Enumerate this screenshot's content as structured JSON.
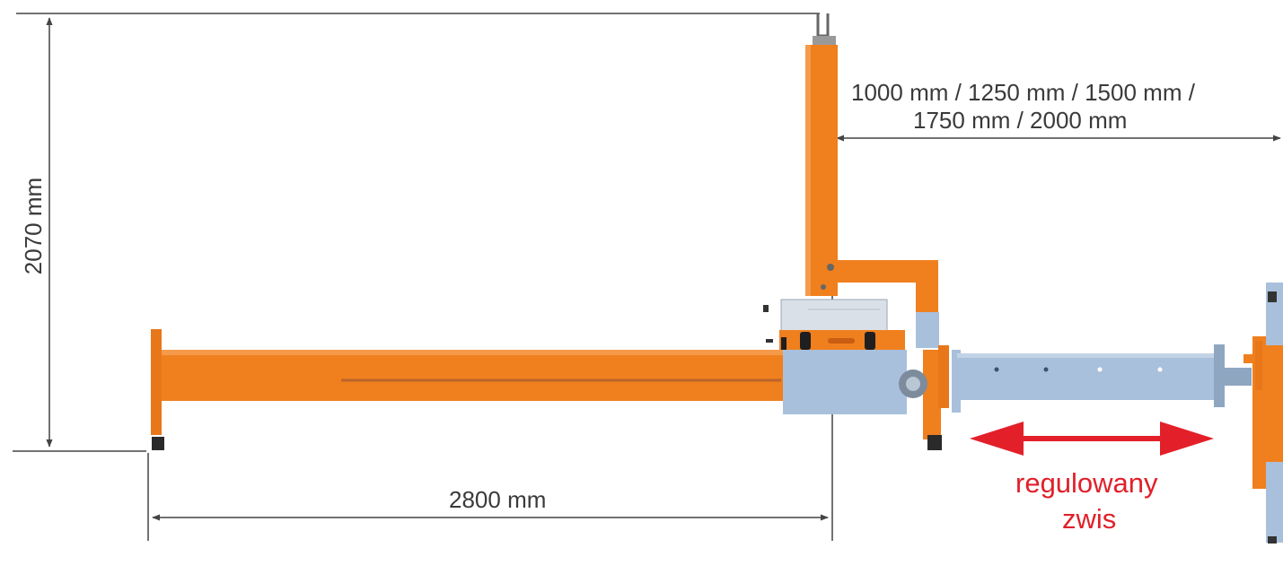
{
  "dimensions": {
    "height_label": "2070 mm",
    "length_label": "2800 mm",
    "reach_line1": "1000 mm / 1250 mm / 1500 mm /",
    "reach_line2": "1750 mm / 2000 mm"
  },
  "adjustable": {
    "line1": "regulowany",
    "line2": "zwis"
  },
  "colors": {
    "frame_orange": "#f07f1e",
    "steel_blue": "#a9c0dc",
    "dimension_line": "#444444",
    "arrow_red": "#e3202a"
  }
}
